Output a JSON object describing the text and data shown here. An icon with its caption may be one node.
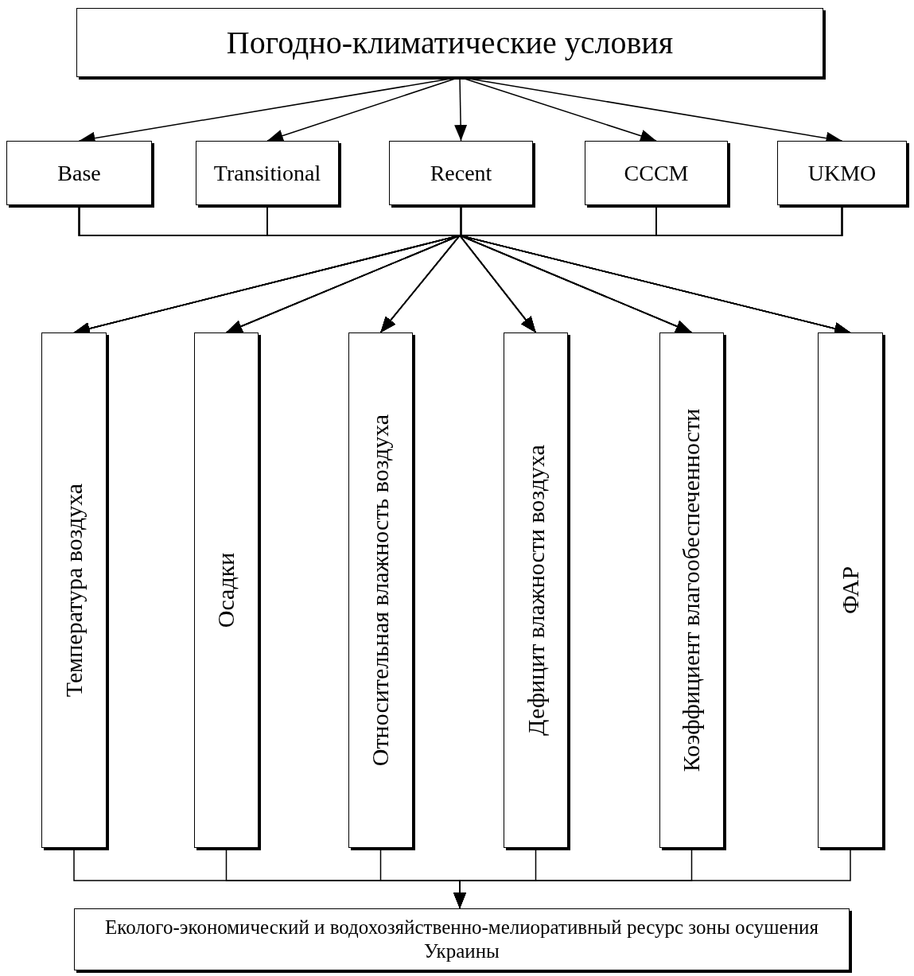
{
  "diagram": {
    "nodes": [
      {
        "text": [
          "Погодно-климатические условия"
        ]
      },
      {
        "text": [
          "Base"
        ]
      },
      {
        "text": [
          "Transitional"
        ]
      },
      {
        "text": [
          "Recent"
        ]
      },
      {
        "text": [
          "CCCM"
        ]
      },
      {
        "text": [
          "UKMO"
        ]
      },
      {
        "text": [
          "Температура воздуха"
        ]
      },
      {
        "text": [
          "Осадки"
        ]
      },
      {
        "text": [
          "Относительная влажность воздуха"
        ]
      },
      {
        "text": [
          "Дефицит влажности воздуха"
        ]
      },
      {
        "text": [
          "Коэффициент влагообеспеченности"
        ]
      },
      {
        "text": [
          "ФАР"
        ]
      },
      {
        "text": [
          "Еколого-экономический и водохозяйственно-мелиоративный ресурс зоны осушения Украины"
        ]
      }
    ],
    "edges": [
      {
        "from": 0,
        "to": 1,
        "arrow": "to"
      },
      {
        "from": 0,
        "to": 2,
        "arrow": "to"
      },
      {
        "from": 0,
        "to": 3,
        "arrow": "to"
      },
      {
        "from": 0,
        "to": 4,
        "arrow": "to"
      },
      {
        "from": 0,
        "to": 5,
        "arrow": "to"
      },
      {
        "from": 1,
        "to": 6,
        "arrow": "to"
      },
      {
        "from": 1,
        "to": 7,
        "arrow": "to"
      },
      {
        "from": 1,
        "to": 8,
        "arrow": "to"
      },
      {
        "from": 1,
        "to": 9,
        "arrow": "to"
      },
      {
        "from": 1,
        "to": 10,
        "arrow": "to"
      },
      {
        "from": 1,
        "to": 11,
        "arrow": "to"
      },
      {
        "from": 2,
        "to": 6,
        "arrow": "to"
      },
      {
        "from": 2,
        "to": 7,
        "arrow": "to"
      },
      {
        "from": 2,
        "to": 8,
        "arrow": "to"
      },
      {
        "from": 2,
        "to": 9,
        "arrow": "to"
      },
      {
        "from": 2,
        "to": 10,
        "arrow": "to"
      },
      {
        "from": 2,
        "to": 11,
        "arrow": "to"
      },
      {
        "from": 3,
        "to": 6,
        "arrow": "to"
      },
      {
        "from": 3,
        "to": 7,
        "arrow": "to"
      },
      {
        "from": 3,
        "to": 8,
        "arrow": "to"
      },
      {
        "from": 3,
        "to": 9,
        "arrow": "to"
      },
      {
        "from": 3,
        "to": 10,
        "arrow": "to"
      },
      {
        "from": 3,
        "to": 11,
        "arrow": "to"
      },
      {
        "from": 4,
        "to": 6,
        "arrow": "to"
      },
      {
        "from": 4,
        "to": 7,
        "arrow": "to"
      },
      {
        "from": 4,
        "to": 8,
        "arrow": "to"
      },
      {
        "from": 4,
        "to": 9,
        "arrow": "to"
      },
      {
        "from": 4,
        "to": 10,
        "arrow": "to"
      },
      {
        "from": 4,
        "to": 11,
        "arrow": "to"
      },
      {
        "from": 5,
        "to": 6,
        "arrow": "to"
      },
      {
        "from": 5,
        "to": 7,
        "arrow": "to"
      },
      {
        "from": 5,
        "to": 8,
        "arrow": "to"
      },
      {
        "from": 5,
        "to": 9,
        "arrow": "to"
      },
      {
        "from": 5,
        "to": 10,
        "arrow": "to"
      },
      {
        "from": 5,
        "to": 11,
        "arrow": "to"
      },
      {
        "from": 6,
        "to": 12,
        "arrow": "to"
      },
      {
        "from": 7,
        "to": 12,
        "arrow": "to"
      },
      {
        "from": 8,
        "to": 12,
        "arrow": "to"
      },
      {
        "from": 9,
        "to": 12,
        "arrow": "to"
      },
      {
        "from": 10,
        "to": 12,
        "arrow": "to"
      },
      {
        "from": 11,
        "to": 12,
        "arrow": "to"
      }
    ]
  }
}
